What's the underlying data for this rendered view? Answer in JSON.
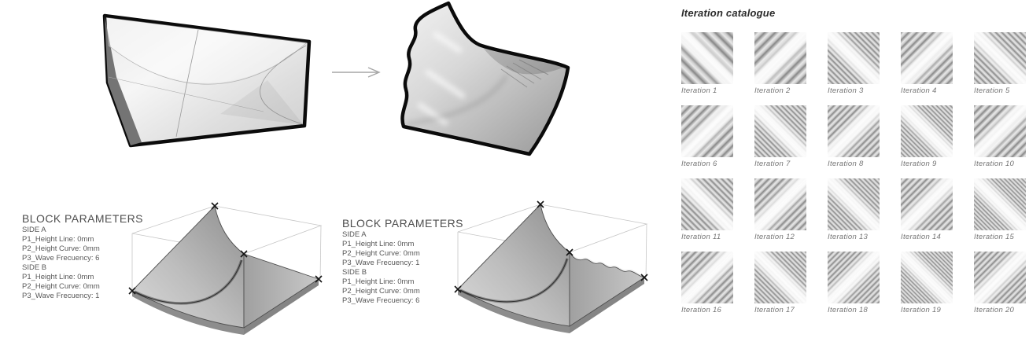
{
  "page": {
    "background": "#ffffff"
  },
  "palette": {
    "outline": "#0b0b0b",
    "body_text": "#585858",
    "heading_text": "#4e4e4e",
    "catalogue_title_text": "#2b2b2b",
    "iteration_label_text": "#757575",
    "wireframe": "#c6c6c6",
    "solid_fill_light": "#d8d8d8",
    "solid_fill_dark": "#909090"
  },
  "transformation": {
    "arrow_icon": "arrow-right"
  },
  "blocks": [
    {
      "title": "BLOCK PARAMETERS",
      "sections": [
        {
          "label": "SIDE A",
          "lines": [
            "P1_Height Line: 0mm",
            "P2_Height Curve: 0mm",
            "P3_Wave Frecuency: 6"
          ]
        },
        {
          "label": "SIDE B",
          "lines": [
            "P1_Height Line: 0mm",
            "P2_Height Curve: 0mm",
            "P3_Wave Frecuency: 1"
          ]
        }
      ]
    },
    {
      "title": "BLOCK PARAMETERS",
      "sections": [
        {
          "label": "SIDE A",
          "lines": [
            "P1_Height Line: 0mm",
            "P2_Height Curve: 0mm",
            "P3_Wave Frecuency: 1"
          ]
        },
        {
          "label": "SIDE B",
          "lines": [
            "P1_Height Line: 0mm",
            "P2_Height Curve: 0mm",
            "P3_Wave Frecuency: 6"
          ]
        }
      ]
    }
  ],
  "catalogue": {
    "title": "Iteration catalogue",
    "iterations": [
      {
        "label": "Iteration 1",
        "band": "nwse",
        "freq": 6
      },
      {
        "label": "Iteration 2",
        "band": "swne",
        "freq": 7
      },
      {
        "label": "Iteration 3",
        "band": "nwse",
        "freq": 13
      },
      {
        "label": "Iteration 4",
        "band": "swne",
        "freq": 9
      },
      {
        "label": "Iteration 5",
        "band": "nwse",
        "freq": 12
      },
      {
        "label": "Iteration 6",
        "band": "swne",
        "freq": 8
      },
      {
        "label": "Iteration 7",
        "band": "nwse",
        "freq": 14
      },
      {
        "label": "Iteration 8",
        "band": "swne",
        "freq": 11
      },
      {
        "label": "Iteration 9",
        "band": "nwse",
        "freq": 16
      },
      {
        "label": "Iteration 10",
        "band": "swne",
        "freq": 9
      },
      {
        "label": "Iteration 11",
        "band": "nwse",
        "freq": 12
      },
      {
        "label": "Iteration 12",
        "band": "swne",
        "freq": 10
      },
      {
        "label": "Iteration 13",
        "band": "nwse",
        "freq": 15
      },
      {
        "label": "Iteration 14",
        "band": "swne",
        "freq": 11
      },
      {
        "label": "Iteration 15",
        "band": "nwse",
        "freq": 17
      },
      {
        "label": "Iteration 16",
        "band": "swne",
        "freq": 10
      },
      {
        "label": "Iteration 17",
        "band": "nwse",
        "freq": 15
      },
      {
        "label": "Iteration 18",
        "band": "swne",
        "freq": 13
      },
      {
        "label": "Iteration 19",
        "band": "nwse",
        "freq": 18
      },
      {
        "label": "Iteration 20",
        "band": "swne",
        "freq": 12
      }
    ]
  }
}
